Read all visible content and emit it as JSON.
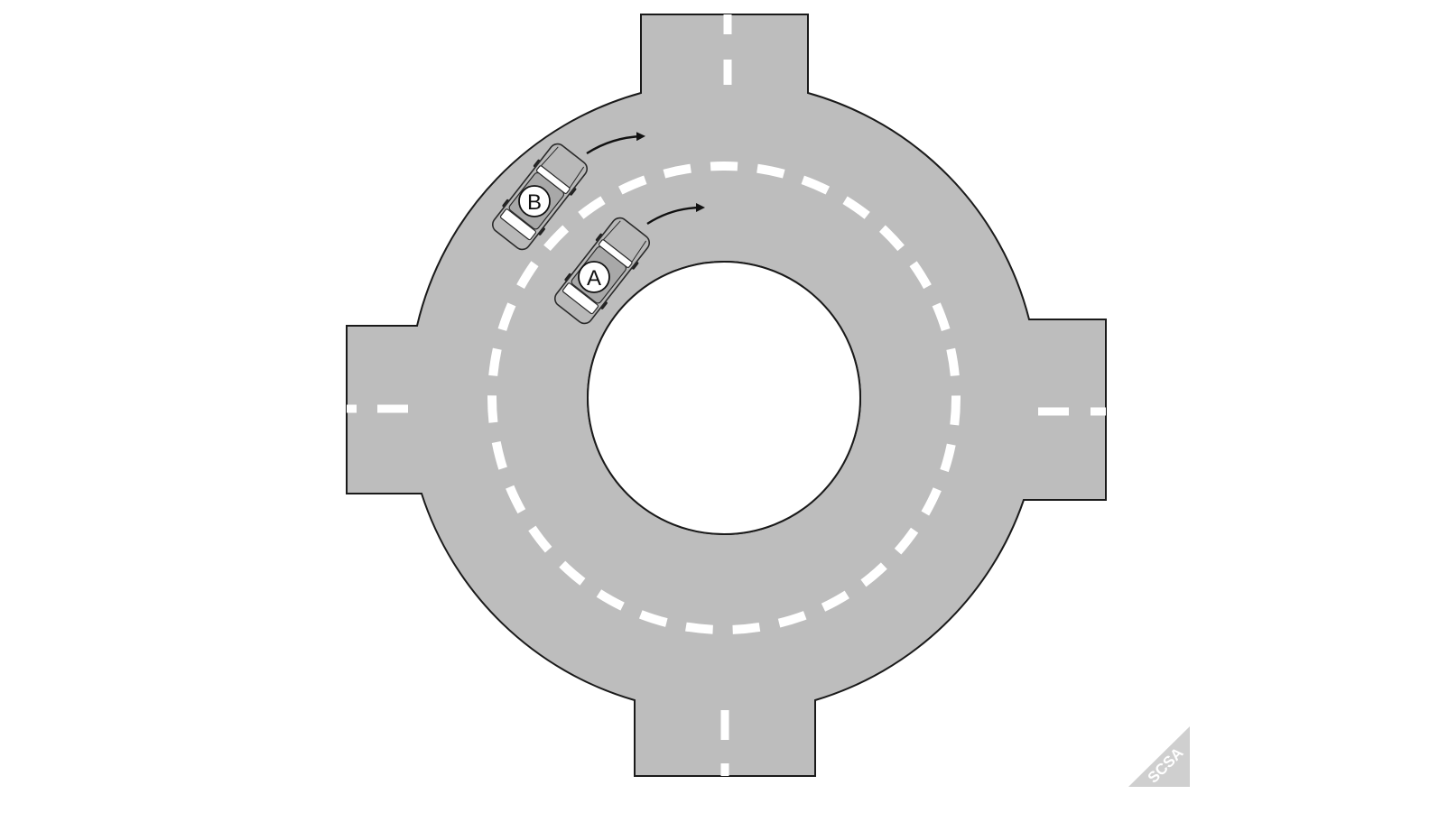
{
  "vehicles": [
    {
      "id": "car-a",
      "label": "A"
    },
    {
      "id": "car-b",
      "label": "B"
    }
  ],
  "watermark": {
    "text": "SCSA"
  },
  "colors": {
    "road": "#bdbdbd",
    "road_edge": "#1a1a1a",
    "lane_marking": "#ffffff",
    "island": "#ffffff",
    "car_body": "#b9b9b9",
    "car_outline": "#2a2a2a",
    "arrow": "#111111",
    "watermark_bg": "#cfcfcf"
  }
}
